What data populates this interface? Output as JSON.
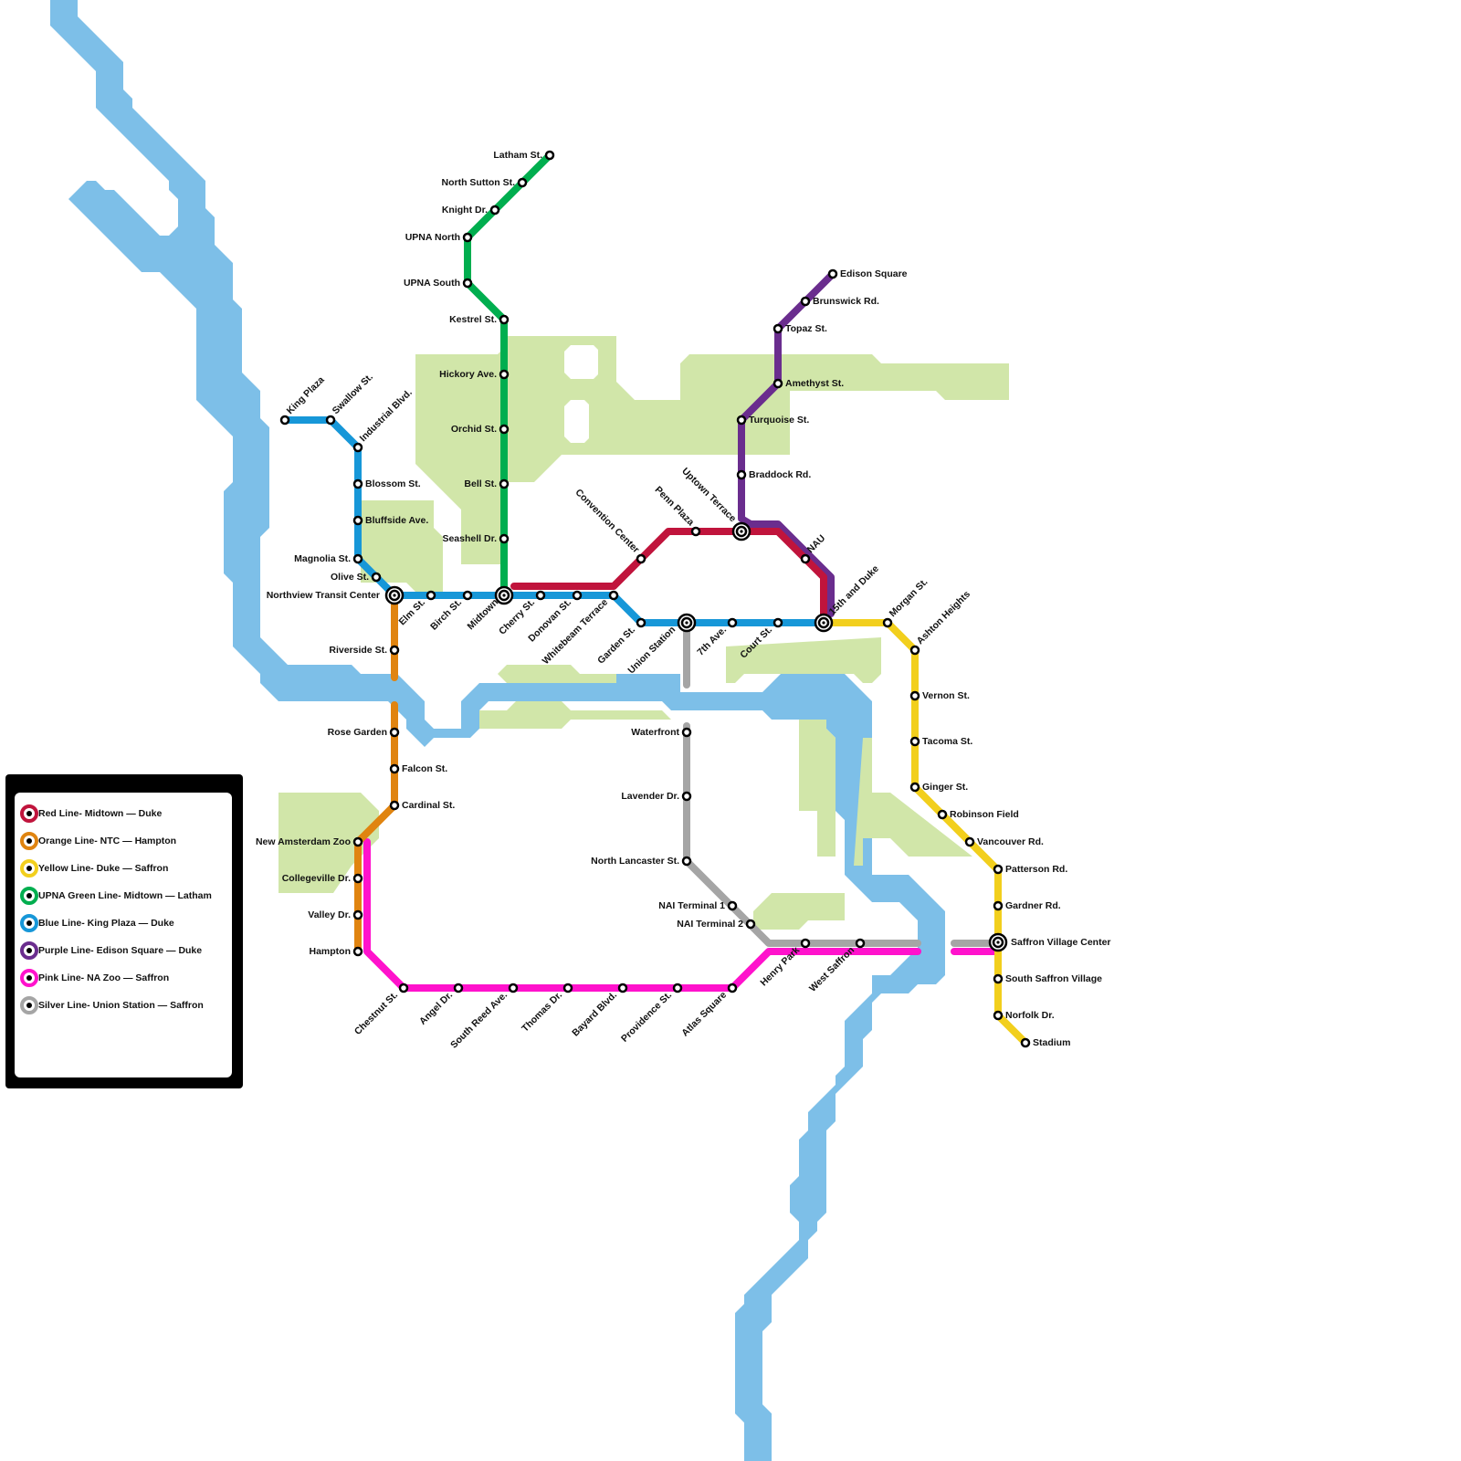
{
  "colors": {
    "water": "#7dbfe8",
    "park": "#d1e6a9",
    "red": "#c0143c",
    "orange": "#e08410",
    "yellow": "#f2cf1d",
    "green": "#00ae4f",
    "blue": "#1797d8",
    "purple": "#6a2d8e",
    "pink": "#ff12cc",
    "silver": "#a5a5a5"
  },
  "legend": {
    "items": [
      {
        "label": "Red Line- Midtown — Duke",
        "color": "#c0143c"
      },
      {
        "label": "Orange Line- NTC — Hampton",
        "color": "#e08410"
      },
      {
        "label": "Yellow Line- Duke — Saffron",
        "color": "#f2cf1d"
      },
      {
        "label": "UPNA Green Line- Midtown — Latham",
        "color": "#00ae4f"
      },
      {
        "label": "Blue Line- King Plaza — Duke",
        "color": "#1797d8"
      },
      {
        "label": "Purple Line- Edison Square — Duke",
        "color": "#6a2d8e"
      },
      {
        "label": "Pink Line- NA Zoo — Saffron",
        "color": "#ff12cc"
      },
      {
        "label": "Silver Line- Union Station — Saffron",
        "color": "#a5a5a5"
      }
    ]
  },
  "stations": [
    {
      "id": "latham",
      "label": "Latham St."
    },
    {
      "id": "north-sutton",
      "label": "North Sutton St."
    },
    {
      "id": "knight",
      "label": "Knight Dr."
    },
    {
      "id": "upna-north",
      "label": "UPNA North"
    },
    {
      "id": "upna-south",
      "label": "UPNA South"
    },
    {
      "id": "kestrel",
      "label": "Kestrel St."
    },
    {
      "id": "hickory",
      "label": "Hickory Ave."
    },
    {
      "id": "orchid",
      "label": "Orchid St."
    },
    {
      "id": "bell",
      "label": "Bell St."
    },
    {
      "id": "seashell",
      "label": "Seashell Dr."
    },
    {
      "id": "midtown",
      "label": "Midtown"
    },
    {
      "id": "king-plaza",
      "label": "King Plaza"
    },
    {
      "id": "swallow",
      "label": "Swallow St."
    },
    {
      "id": "industrial",
      "label": "Industrial Blvd."
    },
    {
      "id": "blossom",
      "label": "Blossom St."
    },
    {
      "id": "bluffside",
      "label": "Bluffside Ave."
    },
    {
      "id": "magnolia",
      "label": "Magnolia St."
    },
    {
      "id": "olive",
      "label": "Olive St."
    },
    {
      "id": "northview",
      "label": "Northview Transit Center"
    },
    {
      "id": "elm",
      "label": "Elm St."
    },
    {
      "id": "birch",
      "label": "Birch St."
    },
    {
      "id": "cherry",
      "label": "Cherry St."
    },
    {
      "id": "donovan",
      "label": "Donovan St."
    },
    {
      "id": "whitebeam",
      "label": "Whitebeam Terrace"
    },
    {
      "id": "garden",
      "label": "Garden St."
    },
    {
      "id": "union",
      "label": "Union Station"
    },
    {
      "id": "seventh",
      "label": "7th Ave."
    },
    {
      "id": "court",
      "label": "Court St."
    },
    {
      "id": "fifteenth-duke",
      "label": "15th and Duke"
    },
    {
      "id": "convention",
      "label": "Convention Center"
    },
    {
      "id": "penn",
      "label": "Penn Plaza"
    },
    {
      "id": "uptown",
      "label": "Uptown Terrace"
    },
    {
      "id": "nau",
      "label": "NAU"
    },
    {
      "id": "edison",
      "label": "Edison Square"
    },
    {
      "id": "brunswick",
      "label": "Brunswick Rd."
    },
    {
      "id": "topaz",
      "label": "Topaz St."
    },
    {
      "id": "amethyst",
      "label": "Amethyst St."
    },
    {
      "id": "turquoise",
      "label": "Turquoise St."
    },
    {
      "id": "braddock",
      "label": "Braddock Rd."
    },
    {
      "id": "morgan",
      "label": "Morgan St."
    },
    {
      "id": "ashton",
      "label": "Ashton Heights"
    },
    {
      "id": "vernon",
      "label": "Vernon St."
    },
    {
      "id": "tacoma",
      "label": "Tacoma St."
    },
    {
      "id": "ginger",
      "label": "Ginger St."
    },
    {
      "id": "robinson",
      "label": "Robinson Field"
    },
    {
      "id": "vancouver",
      "label": "Vancouver Rd."
    },
    {
      "id": "patterson",
      "label": "Patterson Rd."
    },
    {
      "id": "gardner",
      "label": "Gardner Rd."
    },
    {
      "id": "saffron-center",
      "label": "Saffron Village Center"
    },
    {
      "id": "south-saffron",
      "label": "South Saffron Village"
    },
    {
      "id": "norfolk",
      "label": "Norfolk Dr."
    },
    {
      "id": "stadium",
      "label": "Stadium"
    },
    {
      "id": "riverside",
      "label": "Riverside St."
    },
    {
      "id": "rose-garden",
      "label": "Rose Garden"
    },
    {
      "id": "falcon",
      "label": "Falcon St."
    },
    {
      "id": "cardinal",
      "label": "Cardinal St."
    },
    {
      "id": "na-zoo",
      "label": "New Amsterdam Zoo"
    },
    {
      "id": "collegeville",
      "label": "Collegeville Dr."
    },
    {
      "id": "valley",
      "label": "Valley Dr."
    },
    {
      "id": "hampton",
      "label": "Hampton"
    },
    {
      "id": "chestnut",
      "label": "Chestnut St."
    },
    {
      "id": "angel",
      "label": "Angel Dr."
    },
    {
      "id": "south-reed",
      "label": "South Reed Ave."
    },
    {
      "id": "thomas",
      "label": "Thomas Dr."
    },
    {
      "id": "bayard",
      "label": "Bayard Blvd."
    },
    {
      "id": "providence",
      "label": "Providence St."
    },
    {
      "id": "atlas",
      "label": "Atlas Square"
    },
    {
      "id": "henry-park",
      "label": "Henry Park"
    },
    {
      "id": "west-saffron",
      "label": "West Saffron"
    },
    {
      "id": "waterfront",
      "label": "Waterfront"
    },
    {
      "id": "lavender",
      "label": "Lavender Dr."
    },
    {
      "id": "north-lancaster",
      "label": "North Lancaster St."
    },
    {
      "id": "nai-t1",
      "label": "NAI Terminal 1"
    },
    {
      "id": "nai-t2",
      "label": "NAI Terminal 2"
    }
  ]
}
